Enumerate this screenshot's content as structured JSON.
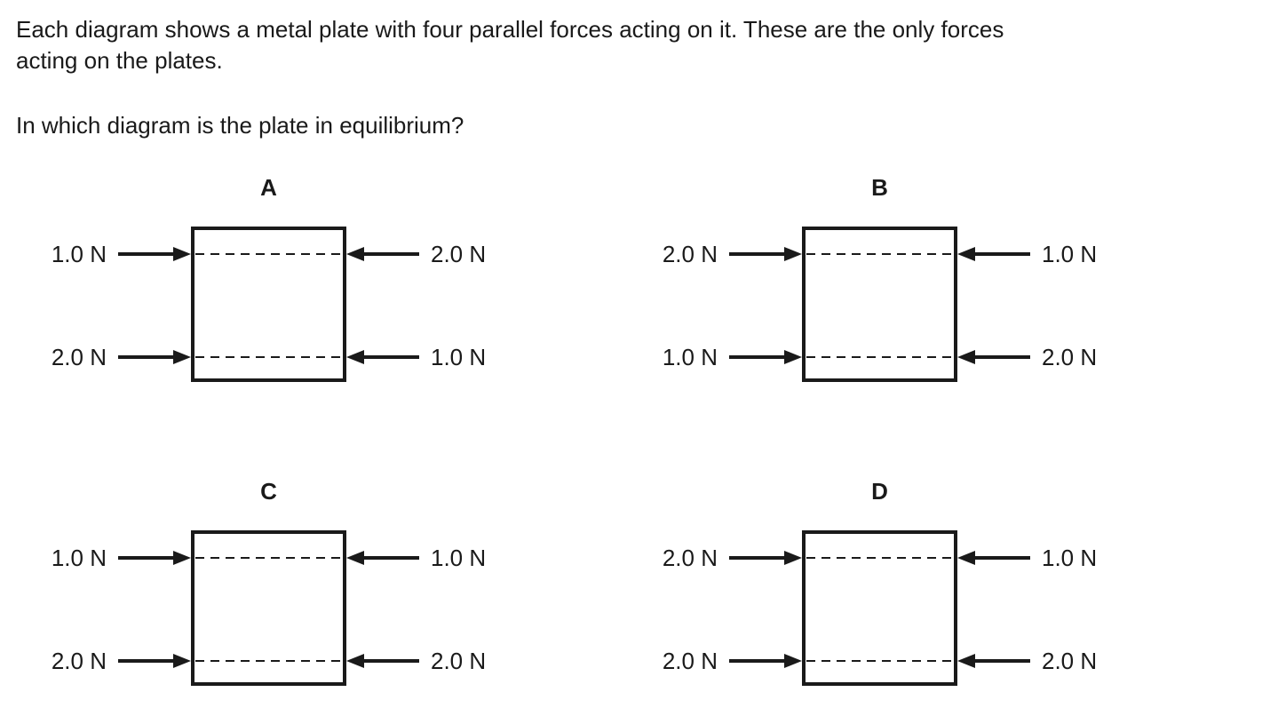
{
  "question": {
    "intro_lines": [
      "Each diagram shows a metal plate with four parallel forces acting on it. These are the only forces",
      "acting on the plates."
    ],
    "prompt": "In which diagram is the plate in equilibrium?"
  },
  "diagrams": [
    {
      "label": "A",
      "forces": {
        "top_left": "1.0 N",
        "top_right": "2.0 N",
        "bottom_left": "2.0 N",
        "bottom_right": "1.0 N"
      }
    },
    {
      "label": "B",
      "forces": {
        "top_left": "2.0 N",
        "top_right": "1.0 N",
        "bottom_left": "1.0 N",
        "bottom_right": "2.0 N"
      }
    },
    {
      "label": "C",
      "forces": {
        "top_left": "1.0 N",
        "top_right": "1.0 N",
        "bottom_left": "2.0 N",
        "bottom_right": "2.0 N"
      }
    },
    {
      "label": "D",
      "forces": {
        "top_left": "2.0 N",
        "top_right": "1.0 N",
        "bottom_left": "2.0 N",
        "bottom_right": "2.0 N"
      }
    }
  ],
  "colors": {
    "ink": "#1a1a1a",
    "background": "#ffffff"
  }
}
